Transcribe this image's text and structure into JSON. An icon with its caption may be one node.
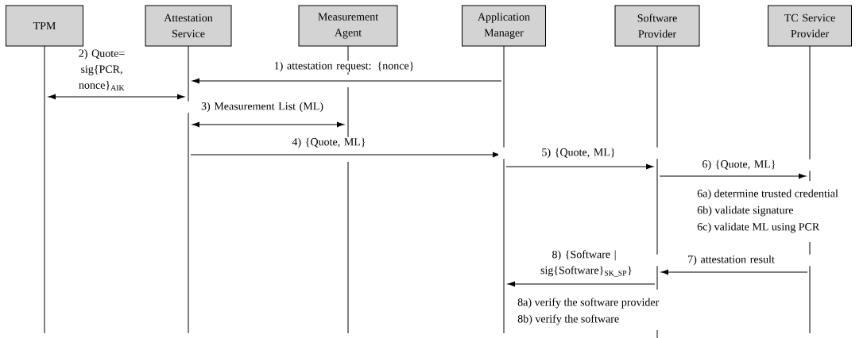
{
  "diagram": {
    "nodes": [
      {
        "text": [
          "TPM"
        ]
      },
      {
        "text": [
          "Attestation Service"
        ]
      },
      {
        "text": [
          "Measurement Agent"
        ]
      },
      {
        "text": [
          "Application Manager"
        ]
      },
      {
        "text": [
          "Software Provider"
        ]
      },
      {
        "text": [
          "TC Service Provider"
        ]
      },
      {
        "text": [],
        "shape": "line"
      },
      {
        "text": [],
        "shape": "line"
      },
      {
        "text": [],
        "shape": "line"
      },
      {
        "text": [],
        "shape": "line"
      },
      {
        "text": [],
        "shape": "line"
      },
      {
        "text": [],
        "shape": "line"
      }
    ],
    "edges": [
      {
        "from": 9,
        "to": 7,
        "arrow": "to",
        "label": "1) attestation request:  {nonce}"
      },
      {
        "from": 6,
        "to": 7,
        "arrow": "both",
        "label": "2) Quote= sig{PCR, nonce}$_{AIK}$"
      },
      {
        "from": 7,
        "to": 8,
        "arrow": "both",
        "label": "3) Measurement List (ML)"
      },
      {
        "from": 7,
        "to": 9,
        "arrow": "to",
        "label": "4) {Quote, ML}"
      },
      {
        "from": 9,
        "to": 10,
        "arrow": "to",
        "label": "5)  {Quote, ML}"
      },
      {
        "from": 10,
        "to": 11,
        "arrow": "to",
        "label": "6)  {Quote, ML}"
      },
      {
        "from": 11,
        "to": 10,
        "arrow": "to",
        "label": "7) attestation result"
      },
      {
        "from": 10,
        "to": 9,
        "arrow": "to",
        "label": "8) {Software | sig{Software}$_{SK_SP}$}"
      }
    ],
    "labels": [
      "6a) determine trusted credential",
      "6b) validate signature",
      "6c) validate ML using PCR",
      "8a) verify the software provider",
      "8b) verify the software"
    ]
  }
}
